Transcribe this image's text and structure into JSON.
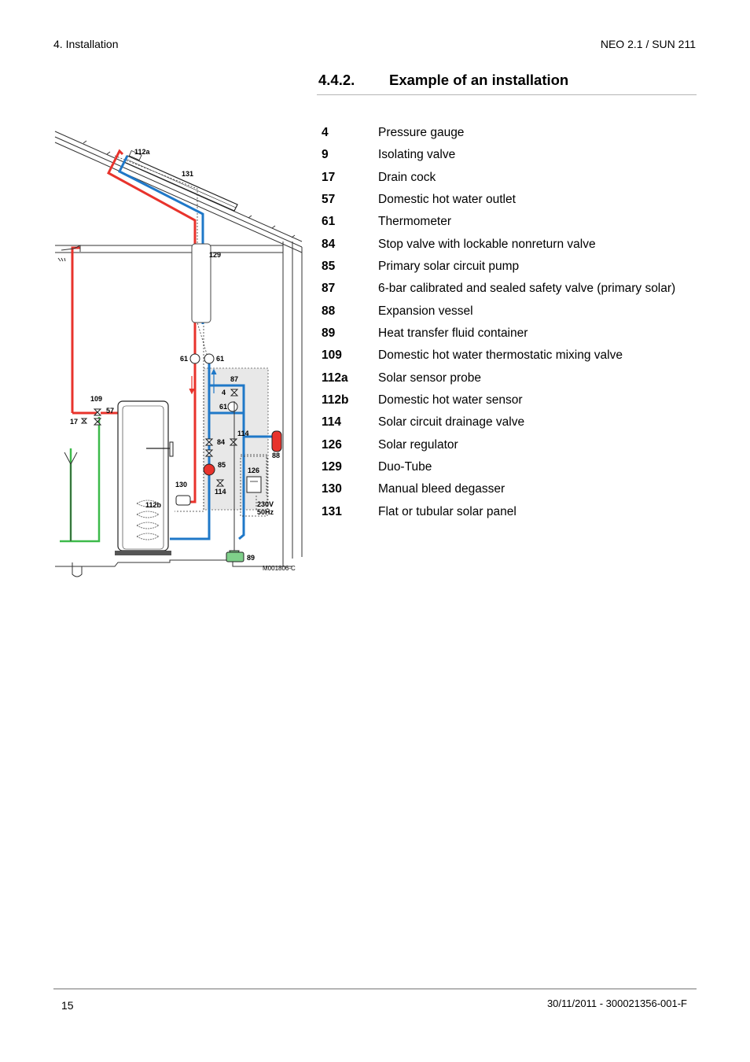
{
  "header": {
    "section": "4.  Installation",
    "product": "NEO 2.1 / SUN 211"
  },
  "section": {
    "number": "4.4.2.",
    "title": "Example of an installation"
  },
  "legend": [
    {
      "code": "4",
      "label": "Pressure gauge"
    },
    {
      "code": "9",
      "label": "Isolating valve"
    },
    {
      "code": "17",
      "label": "Drain cock"
    },
    {
      "code": "57",
      "label": "Domestic hot water outlet"
    },
    {
      "code": "61",
      "label": "Thermometer"
    },
    {
      "code": "84",
      "label": "Stop valve with lockable nonreturn valve"
    },
    {
      "code": "85",
      "label": "Primary solar circuit pump"
    },
    {
      "code": "87",
      "label": "6-bar calibrated and sealed safety valve (primary solar)"
    },
    {
      "code": "88",
      "label": "Expansion vessel"
    },
    {
      "code": "89",
      "label": "Heat transfer fluid container"
    },
    {
      "code": "109",
      "label": "Domestic hot water thermostatic mixing valve"
    },
    {
      "code": "112a",
      "label": "Solar sensor probe"
    },
    {
      "code": "112b",
      "label": "Domestic hot water sensor"
    },
    {
      "code": "114",
      "label": "Solar circuit drainage valve"
    },
    {
      "code": "126",
      "label": "Solar regulator"
    },
    {
      "code": "129",
      "label": "Duo-Tube"
    },
    {
      "code": "130",
      "label": "Manual bleed degasser"
    },
    {
      "code": "131",
      "label": "Flat or tubular solar panel"
    }
  ],
  "diagram": {
    "labels": {
      "l112a": "112a",
      "l131": "131",
      "l129": "129",
      "l61a": "61",
      "l61b": "61",
      "l87": "87",
      "l4": "4",
      "l61c": "61",
      "l109": "109",
      "l57": "57",
      "l17": "17",
      "l84": "84",
      "l114a": "114",
      "l88": "88",
      "l85": "85",
      "l126": "126",
      "l130": "130",
      "l114b": "114",
      "l112b": "112b",
      "l230v": "230V",
      "l50hz": "50Hz",
      "l89": "89",
      "ref": "M001806-C"
    },
    "colors": {
      "hot": "#e8332c",
      "cold": "#1f78c8",
      "mains": "#3dba4a",
      "fluid": "#7fd08a",
      "box": "#e8e8e8"
    }
  },
  "footer": {
    "page": "15",
    "doc": "30/11/2011  - 300021356-001-F"
  }
}
